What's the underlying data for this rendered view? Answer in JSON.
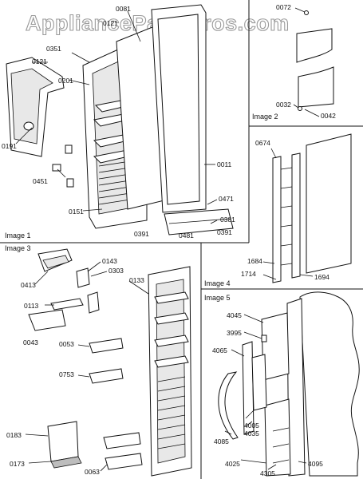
{
  "watermark": "AppliancePartsPros.com",
  "panels": {
    "image1": "Image 1",
    "image2": "Image 2",
    "image3": "Image 3",
    "image4": "Image 4",
    "image5": "Image 5"
  },
  "part_labels": {
    "p0081": "0081",
    "p0121a": "0121",
    "p0121b": "0121",
    "p0351": "0351",
    "p0201": "0201",
    "p0191": "0191",
    "p0451": "0451",
    "p0151": "0151",
    "p0011": "0011",
    "p0471": "0471",
    "p0381": "0381",
    "p0391a": "0391",
    "p0481": "0481",
    "p0391b": "0391",
    "p0072": "0072",
    "p0032": "0032",
    "p0042": "0042",
    "p0674": "0674",
    "p1684": "1684",
    "p1714": "1714",
    "p1694": "1694",
    "p0143": "0143",
    "p0303": "0303",
    "p0133": "0133",
    "p0413": "0413",
    "p0113": "0113",
    "p0043": "0043",
    "p0053": "0053",
    "p0753": "0753",
    "p0183": "0183",
    "p0173": "0173",
    "p0063": "0063",
    "p4045": "4045",
    "p3995": "3995",
    "p4065": "4065",
    "p4005": "4005",
    "p4035": "4035",
    "p4085": "4085",
    "p4025": "4025",
    "p4305": "4305",
    "p4095": "4095"
  }
}
